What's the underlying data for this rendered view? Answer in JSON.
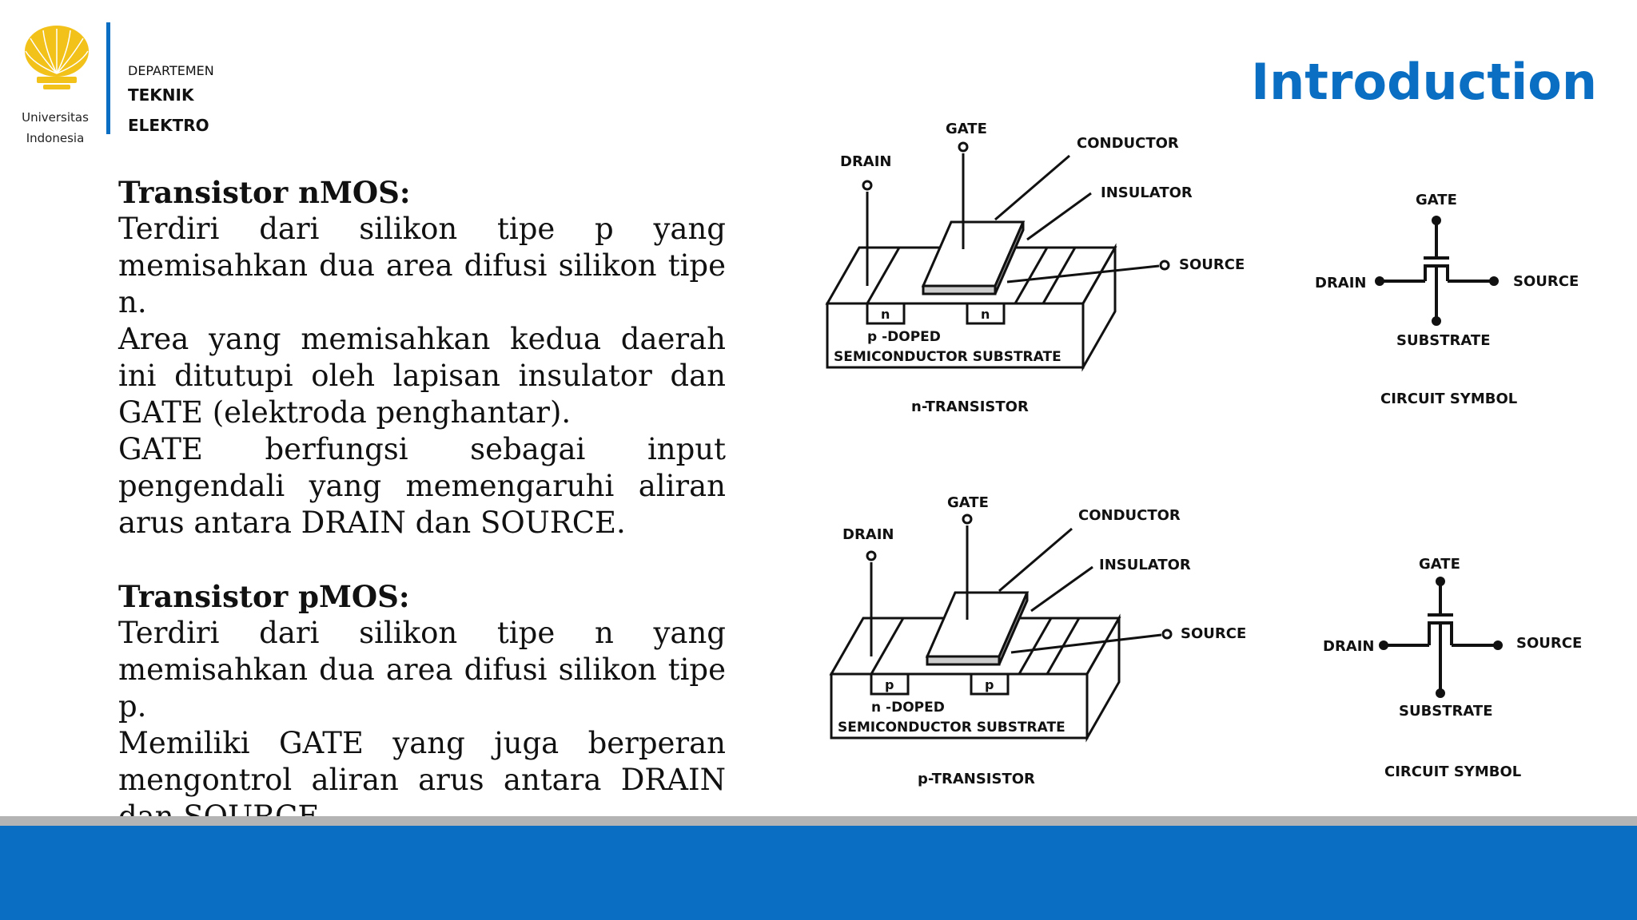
{
  "header": {
    "university": [
      "Universitas",
      "Indonesia"
    ],
    "department": [
      "DEPARTEMEN",
      "TEKNIK",
      "ELEKTRO"
    ],
    "title": "Introduction"
  },
  "content": {
    "nmos_heading": "Transistor nMOS:",
    "nmos_paragraphs": [
      "Terdiri dari silikon tipe p yang memisahkan dua area difusi silikon tipe n.",
      "Area yang memisahkan kedua daerah ini ditutupi oleh lapisan insulator dan GATE (elektroda penghantar).",
      "GATE berfungsi sebagai input pengendali yang memengaruhi aliran arus antara DRAIN dan SOURCE."
    ],
    "pmos_heading": "Transistor pMOS:",
    "pmos_paragraphs": [
      "Terdiri dari silikon tipe n yang memisahkan dua area difusi silikon tipe p.",
      "Memiliki GATE yang juga berperan mengontrol aliran arus antara DRAIN dan SOURCE."
    ]
  },
  "figure": {
    "n_transistor": {
      "gate": "GATE",
      "drain": "DRAIN",
      "conductor": "CONDUCTOR",
      "insulator": "INSULATOR",
      "source": "SOURCE",
      "diff": "n",
      "substrate1": "p -DOPED",
      "substrate2": "SEMICONDUCTOR SUBSTRATE",
      "caption": "n-TRANSISTOR"
    },
    "n_symbol": {
      "gate": "GATE",
      "drain": "DRAIN",
      "source": "SOURCE",
      "substrate": "SUBSTRATE",
      "caption": "CIRCUIT SYMBOL"
    },
    "p_transistor": {
      "gate": "GATE",
      "drain": "DRAIN",
      "conductor": "CONDUCTOR",
      "insulator": "INSULATOR",
      "source": "SOURCE",
      "diff": "p",
      "substrate1": "n -DOPED",
      "substrate2": "SEMICONDUCTOR SUBSTRATE",
      "caption": "p-TRANSISTOR"
    },
    "p_symbol": {
      "gate": "GATE",
      "drain": "DRAIN",
      "source": "SOURCE",
      "substrate": "SUBSTRATE",
      "caption": "CIRCUIT SYMBOL"
    }
  },
  "colors": {
    "accent": "#0a6fc2",
    "logo": "#f2c21b",
    "band_grey": "#b4b4b4"
  }
}
